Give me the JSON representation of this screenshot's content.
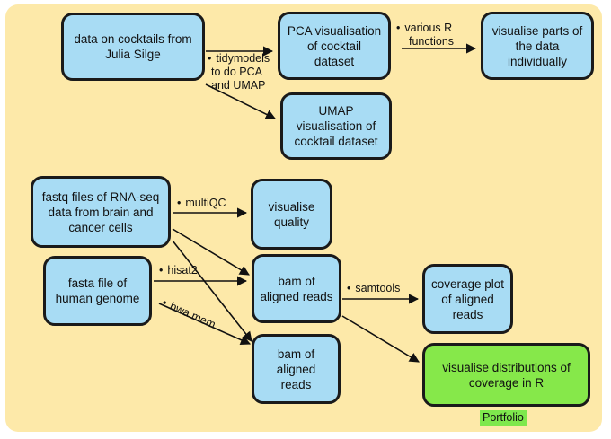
{
  "nodes": {
    "cocktail_data": "data on cocktails from Julia Silge",
    "pca": "PCA visualisation of cocktail dataset",
    "visualise_parts": "visualise parts of the data individually",
    "umap": "UMAP visualisation of cocktail dataset",
    "fastq": "fastq files of RNA-seq data from brain and cancer cells",
    "visualise_quality": "visualise quality",
    "fasta": "fasta file of human genome",
    "bam1": "bam of aligned reads",
    "coverage_plot": "coverage plot of aligned reads",
    "bam2": "bam of aligned reads",
    "distributions": "visualise distributions of coverage  in R"
  },
  "labels": {
    "tidymodels": [
      "tidymodels",
      "to do PCA",
      "and UMAP"
    ],
    "various_r": [
      "various R",
      "functions"
    ],
    "multiqc": "multiQC",
    "hisat2": "hisat2",
    "bwa_mem": "bwa mem",
    "samtools": "samtools"
  },
  "bullet": "•",
  "tag": "Portfolio",
  "colors": {
    "background": "#fde9a9",
    "node_fill": "#a8dcf4",
    "highlight_fill": "#86e84a",
    "tag_fill": "#7ee84d",
    "border": "#1a1a1a"
  }
}
